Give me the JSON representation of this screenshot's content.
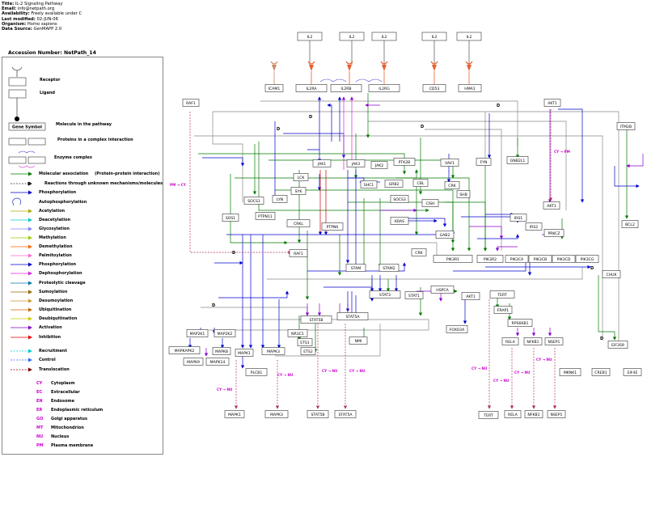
{
  "header": {
    "title_label": "Title:",
    "title": "IL-2 Signaling Pathway",
    "email_label": "Email:",
    "email": "info@netpath.org",
    "availability_label": "Availability:",
    "availability": "Freely available under C",
    "modified_label": "Last modified:",
    "modified": "02-JUN-06",
    "organism_label": "Organism:",
    "organism": "Homo sapiens",
    "source_label": "Data Source:",
    "source": "GenMAPP 2.0"
  },
  "accession": "Accession Number: NetPath_14",
  "legend": {
    "items": [
      "Receptor",
      "Ligand",
      "Molecule in the pathway",
      "Proteins in a complex interaction",
      "Enzyme complex",
      "Molecular association",
      "(Protein-protein interaction)",
      "Reactions through unknown mechanisms/molecules",
      "Phosphorylation",
      "Autophosphorylation",
      "Acetylation",
      "Deacetylation",
      "Glycosylation",
      "Methylation",
      "Demethylation",
      "Palmitoylation",
      "Phosphorylation",
      "Dephosphorylation",
      "Proteolytic cleavage",
      "Sumoylation",
      "Desumoylation",
      "Ubiquitination",
      "Deubiquitination",
      "Activation",
      "Inhibition",
      "Recruitment",
      "Control",
      "Translocation"
    ],
    "gene_symbol": "Gene Symbol",
    "d_symbol": "D",
    "locations": [
      {
        "code": "CY",
        "name": "Cytoplasm"
      },
      {
        "code": "EC",
        "name": "Extracellular"
      },
      {
        "code": "EN",
        "name": "Endosome"
      },
      {
        "code": "ER",
        "name": "Endoplasmic reticulum"
      },
      {
        "code": "GO",
        "name": "Golgi apparatus"
      },
      {
        "code": "MT",
        "name": "Mitochondrion"
      },
      {
        "code": "NU",
        "name": "Nucleus"
      },
      {
        "code": "PM",
        "name": "Plasma membrane"
      }
    ]
  },
  "colors": {
    "association": "#007a00",
    "phosphorylation": "#0000d0",
    "activation": "#8a00d0",
    "translocation": "#b03060",
    "receptor": "#e86030",
    "gray": "#888888"
  },
  "ligands": [
    "IL2",
    "IL2",
    "IL2",
    "IL2",
    "IL2"
  ],
  "receptors": [
    "ICAM1",
    "IL2RA",
    "IL2RB",
    "IL2RG",
    "CD53",
    "HMA1"
  ],
  "molecules": [
    "RAF1",
    "AKT1",
    "ITM2B",
    "JAK1",
    "JAK3",
    "JAK2",
    "PTK2B",
    "VAV1",
    "FYN",
    "GNB2L1",
    "LCK",
    "SHC1",
    "GRB2",
    "CBL",
    "CRK",
    "SHB",
    "SYK",
    "LYN",
    "SOCS1",
    "SOCS3",
    "CISH",
    "PTPN11",
    "SOS1",
    "CRKL",
    "PTPN6",
    "KRAS",
    "IRS1",
    "IRS2",
    "AKT1",
    "BCL2",
    "GAB2",
    "PRKCZ",
    "RAF1",
    "CRK",
    "PIK3R1",
    "PIK3R2",
    "PIK3CA",
    "PIK3CB",
    "PIK3CD",
    "PIK3CG",
    "STAM",
    "STAM2",
    "CHUK",
    "STAT3",
    "STAT1",
    "HSPCA",
    "AKT1",
    "TERT",
    "FRAP1",
    "STAT5B",
    "STAT5A",
    "NR3C1",
    "ETS1",
    "ETS2",
    "MAP2K1",
    "MAP2K2",
    "MAPKAPK2",
    "MAPK8",
    "MAPK9",
    "MAPK14",
    "MAPK1",
    "MAPK3",
    "PLCB1",
    "NMI",
    "FOXO3A",
    "RPS6KB1",
    "RELA",
    "NFKB1",
    "NSEP1",
    "EIF3S9",
    "MKNK1",
    "CREB1",
    "EIF4E",
    "MAPK1",
    "MAPK3",
    "STAT5B",
    "STAT5A",
    "TERT",
    "RELA",
    "NFKB1",
    "NSEP1"
  ],
  "transloc_labels": [
    "PM → CY",
    "CY → PM",
    "CY → NU",
    "CY → NU",
    "CY → NU",
    "CY → NU",
    "CY → NU",
    "CY → NU",
    "CY → NU",
    "CY → NU"
  ]
}
